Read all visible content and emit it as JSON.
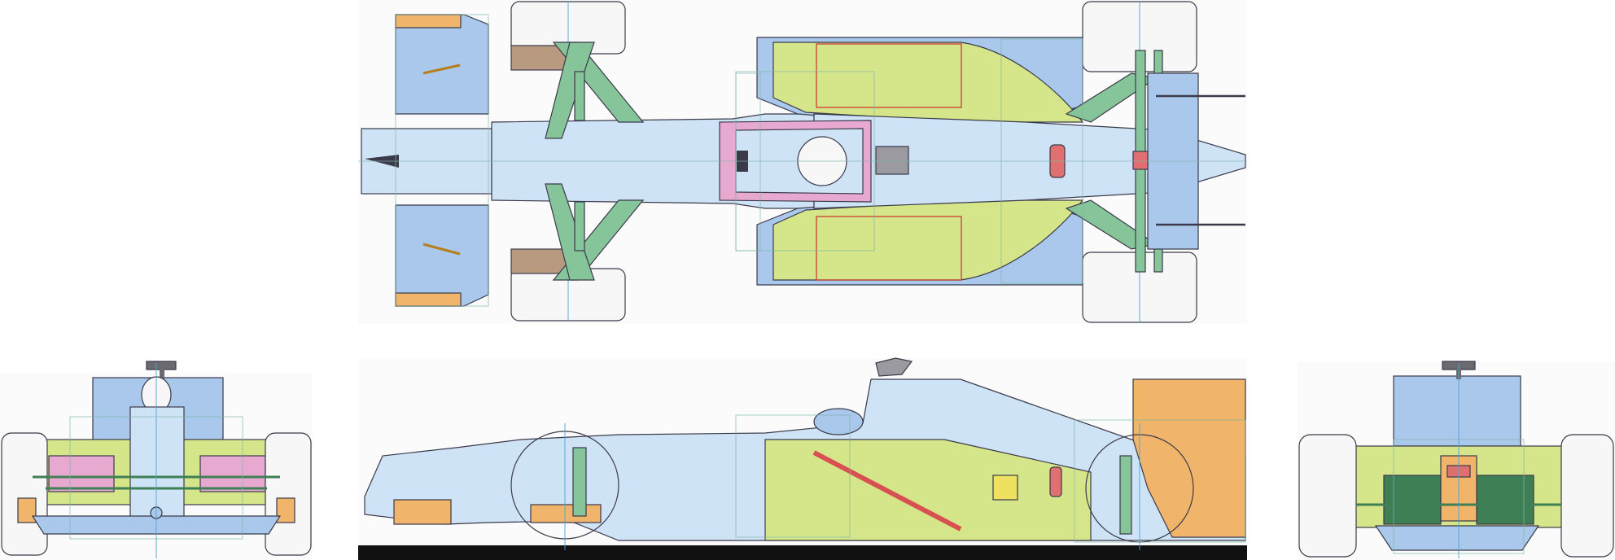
{
  "diagram": {
    "views": [
      "top-view",
      "front-view",
      "side-view",
      "rear-view"
    ]
  },
  "colors": {
    "paper": "#ffffff",
    "body_blue": "#a9c8ec",
    "light_blue": "#cfe3f6",
    "sidepod_green": "#d5e58a",
    "suspension_green": "#86c49a",
    "cockpit_pink": "#e7a9cf",
    "brake_red": "#e07070",
    "endplate_orange": "#f0b56a",
    "tyre_white": "#f7f7f7",
    "guide_teal": "#7fb5a8",
    "ground_black": "#111111"
  }
}
